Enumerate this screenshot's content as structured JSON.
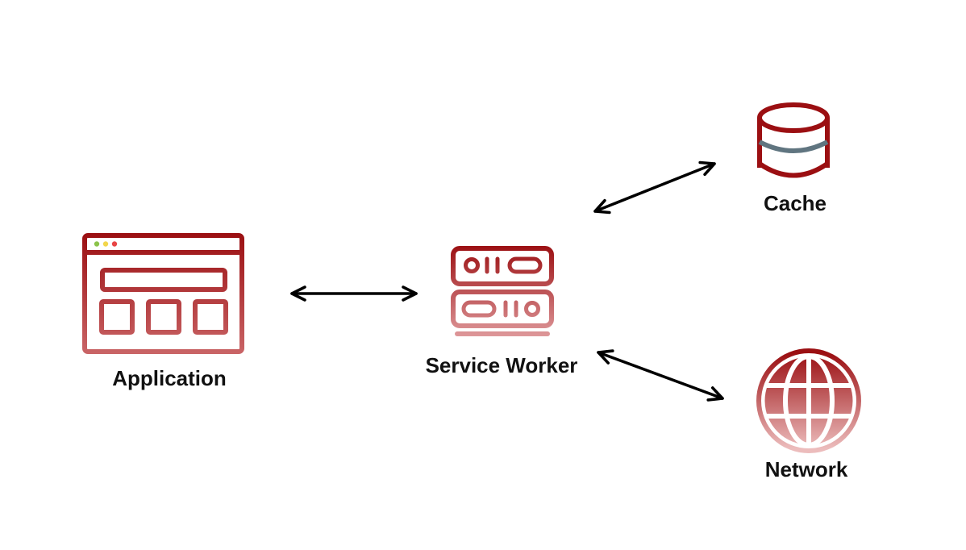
{
  "nodes": {
    "application": {
      "label": "Application",
      "icon": "browser-window-icon"
    },
    "service_worker": {
      "label": "Service Worker",
      "icon": "server-icon"
    },
    "cache": {
      "label": "Cache",
      "icon": "database-icon"
    },
    "network": {
      "label": "Network",
      "icon": "globe-icon"
    }
  },
  "edges": [
    {
      "from": "application",
      "to": "service_worker",
      "direction": "bidirectional"
    },
    {
      "from": "service_worker",
      "to": "cache",
      "direction": "bidirectional"
    },
    {
      "from": "service_worker",
      "to": "network",
      "direction": "bidirectional"
    }
  ],
  "colors": {
    "icon_dark": "#9b0f12",
    "icon_light": "#e3a9a9",
    "cache_band": "#607580",
    "arrow": "#000000",
    "label": "#111111",
    "window_dot_green": "#8bc34a",
    "window_dot_yellow": "#f2d64b",
    "window_dot_red": "#e84545"
  }
}
